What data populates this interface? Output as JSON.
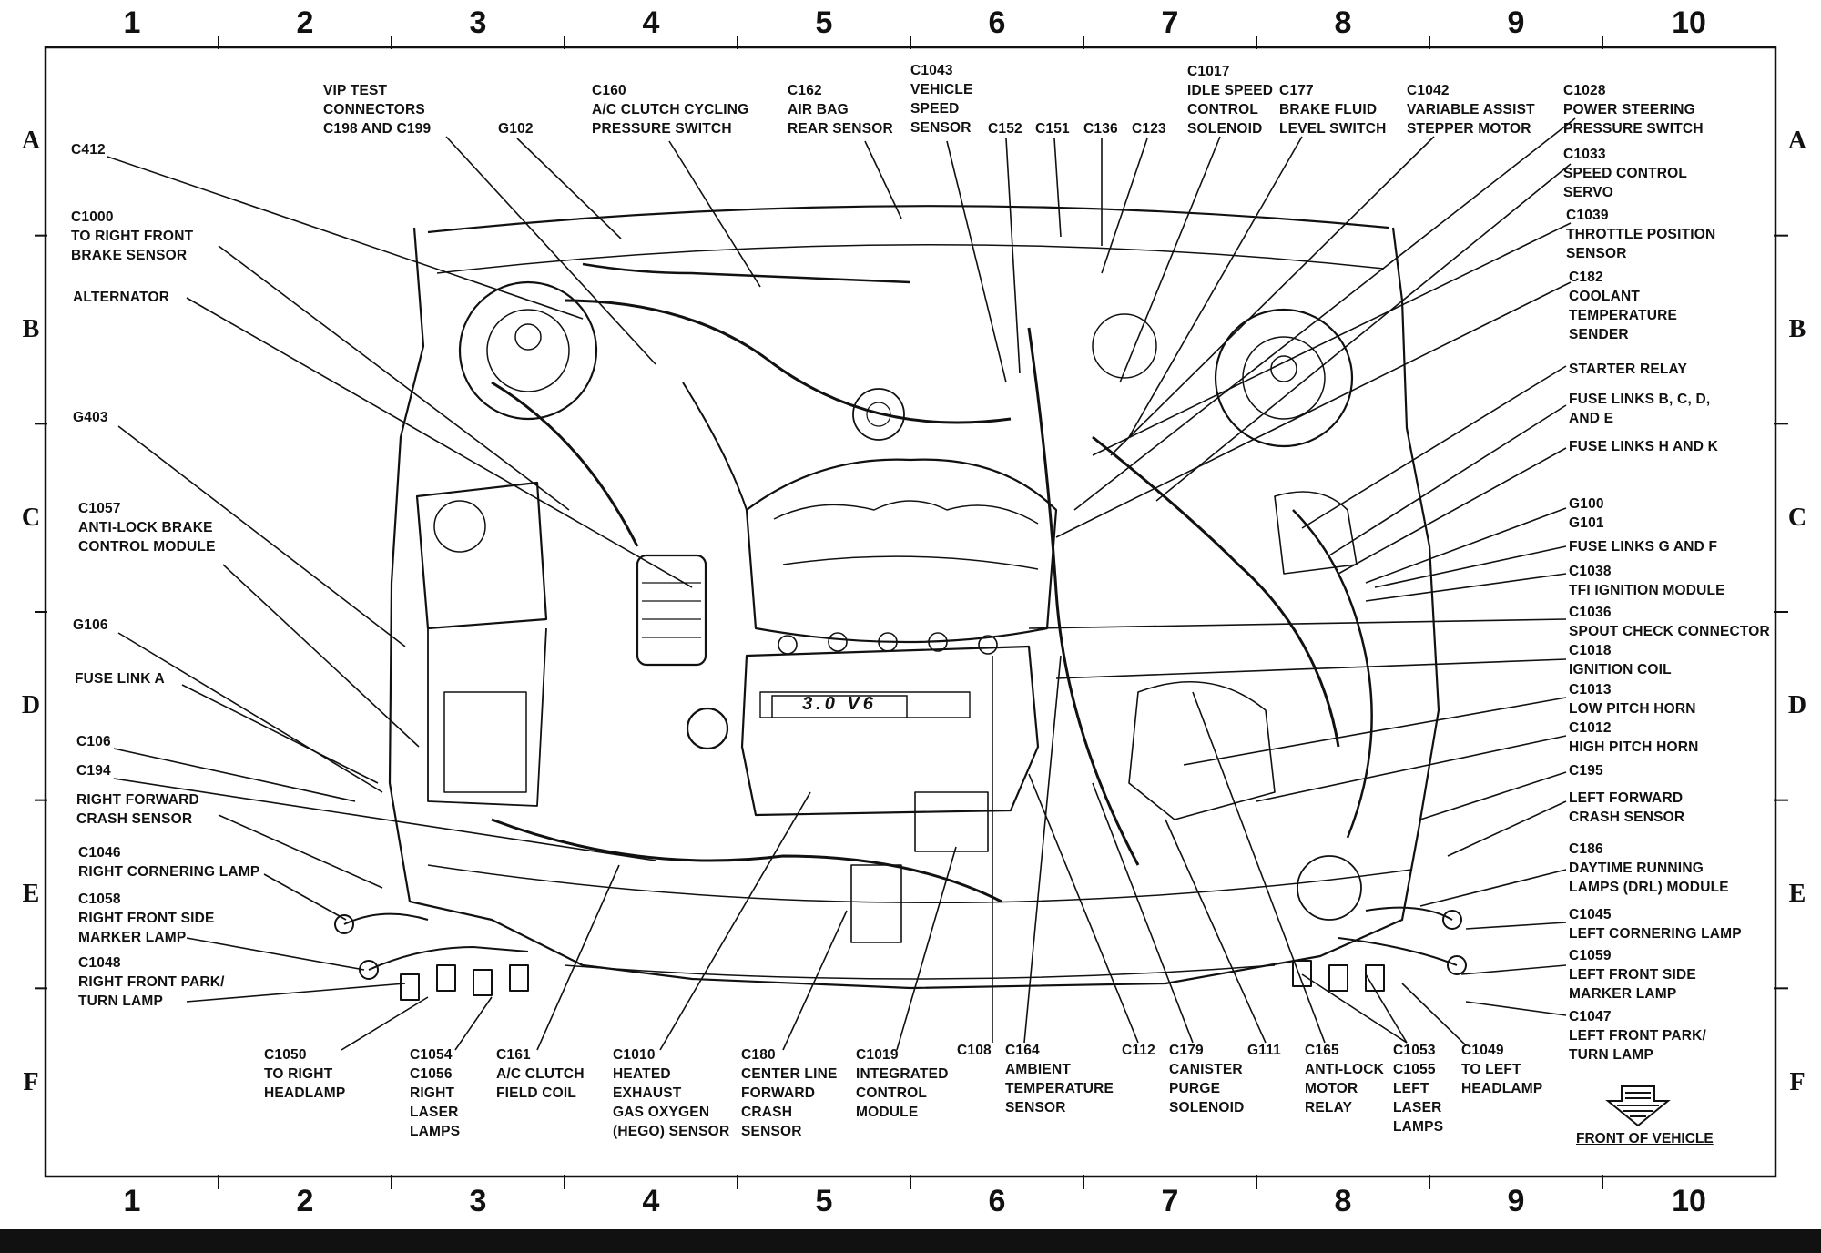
{
  "grid": {
    "columns": [
      "1",
      "2",
      "3",
      "4",
      "5",
      "6",
      "7",
      "8",
      "9",
      "10"
    ],
    "rows": [
      "A",
      "B",
      "C",
      "D",
      "E",
      "F"
    ]
  },
  "engine_badge": "3.0 V6",
  "front_of_vehicle": "FRONT OF VEHICLE",
  "labels": {
    "vip": "VIP TEST\nCONNECTORS\nC198 AND C199",
    "g102": "G102",
    "c160": "C160\nA/C CLUTCH CYCLING\nPRESSURE SWITCH",
    "c162": "C162\nAIR BAG\nREAR SENSOR",
    "c1043": "C1043\nVEHICLE\nSPEED\nSENSOR",
    "c152": "C152",
    "c151": "C151",
    "c136": "C136",
    "c123": "C123",
    "c1017": "C1017\nIDLE SPEED\nCONTROL\nSOLENOID",
    "c177": "C177\nBRAKE FLUID\nLEVEL SWITCH",
    "c1042": "C1042\nVARIABLE ASSIST\nSTEPPER MOTOR",
    "c1028": "C1028\nPOWER STEERING\nPRESSURE SWITCH",
    "c1033": "C1033\nSPEED CONTROL\nSERVO",
    "c1039": "C1039\nTHROTTLE POSITION\nSENSOR",
    "c182": "C182\nCOOLANT\nTEMPERATURE\nSENDER",
    "starter": "STARTER RELAY",
    "fuse_bcde": "FUSE LINKS B, C, D,\nAND E",
    "fuse_hk": "FUSE LINKS H AND K",
    "g100": "G100\nG101",
    "fuse_gf": "FUSE LINKS G AND F",
    "c1038": "C1038\nTFI IGNITION MODULE",
    "c1036": "C1036\nSPOUT CHECK CONNECTOR",
    "c1018": "C1018\nIGNITION COIL",
    "c1013": "C1013\nLOW PITCH HORN",
    "c1012": "C1012\nHIGH PITCH HORN",
    "c195": "C195",
    "lfcs": "LEFT FORWARD\nCRASH SENSOR",
    "c186": "C186\nDAYTIME RUNNING\nLAMPS (DRL) MODULE",
    "c1045": "C1045\nLEFT CORNERING LAMP",
    "c1059": "C1059\nLEFT FRONT SIDE\nMARKER LAMP",
    "c1047": "C1047\nLEFT FRONT PARK/\nTURN LAMP",
    "c412": "C412",
    "c1000": "C1000\nTO RIGHT FRONT\nBRAKE SENSOR",
    "alternator": "ALTERNATOR",
    "g403": "G403",
    "c1057": "C1057\nANTI-LOCK BRAKE\nCONTROL MODULE",
    "g106": "G106",
    "fusea": "FUSE LINK A",
    "c106": "C106",
    "c194": "C194",
    "rfcs": "RIGHT FORWARD\nCRASH SENSOR",
    "c1046": "C1046\nRIGHT CORNERING LAMP",
    "c1058": "C1058\nRIGHT FRONT SIDE\nMARKER LAMP",
    "c1048": "C1048\nRIGHT FRONT PARK/\nTURN LAMP",
    "c1050": "C1050\nTO RIGHT\nHEADLAMP",
    "c1054": "C1054\nC1056\nRIGHT\nLASER\nLAMPS",
    "c161": "C161\nA/C CLUTCH\nFIELD COIL",
    "c1010": "C1010\nHEATED\nEXHAUST\nGAS OXYGEN\n(HEGO) SENSOR",
    "c180": "C180\nCENTER LINE\nFORWARD\nCRASH\nSENSOR",
    "c1019": "C1019\nINTEGRATED\nCONTROL\nMODULE",
    "c108": "C108",
    "c164": "C164\nAMBIENT\nTEMPERATURE\nSENSOR",
    "c112": "C112",
    "c179": "C179\nCANISTER\nPURGE\nSOLENOID",
    "g111": "G111",
    "c165": "C165\nANTI-LOCK\nMOTOR\nRELAY",
    "c1053": "C1053\nC1055\nLEFT\nLASER\nLAMPS",
    "c1049": "C1049\nTO LEFT\nHEADLAMP"
  }
}
